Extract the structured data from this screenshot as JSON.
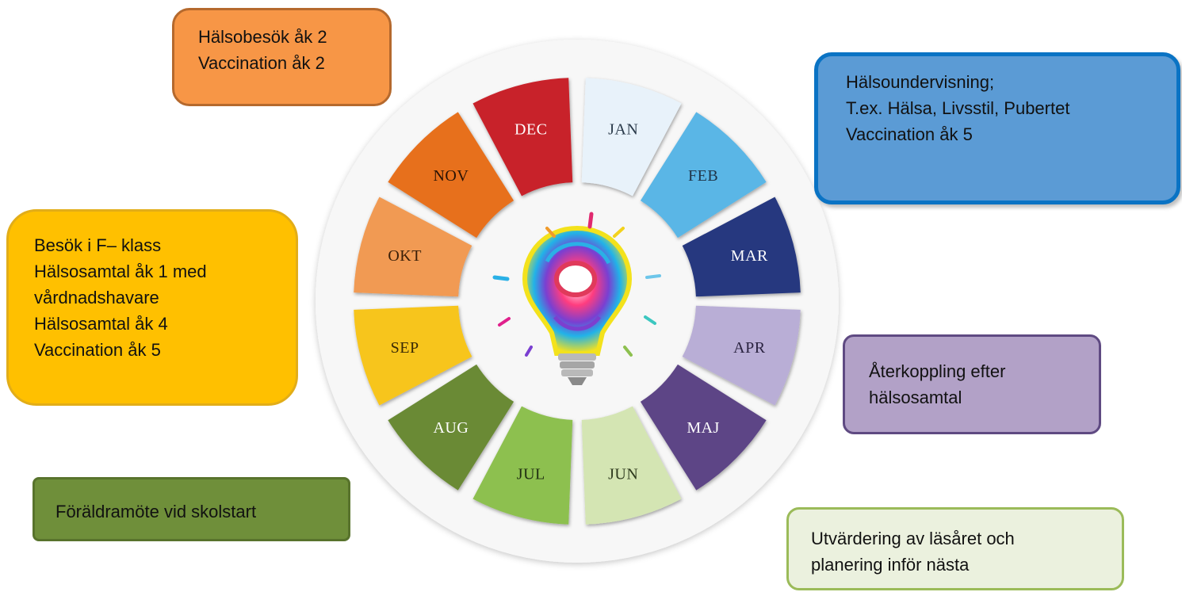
{
  "months": [
    {
      "label": "JAN",
      "color": "#e8f2fa",
      "text_color": "#2a3a4a"
    },
    {
      "label": "FEB",
      "color": "#5ab6e6",
      "text_color": "#1f3448"
    },
    {
      "label": "MAR",
      "color": "#27387f",
      "text_color": "#ffffff"
    },
    {
      "label": "APR",
      "color": "#b9aed6",
      "text_color": "#2a2340"
    },
    {
      "label": "MAJ",
      "color": "#5d4486",
      "text_color": "#ffffff"
    },
    {
      "label": "JUN",
      "color": "#d4e5b3",
      "text_color": "#2e3a1e"
    },
    {
      "label": "JUL",
      "color": "#8dc04f",
      "text_color": "#1f2e12"
    },
    {
      "label": "AUG",
      "color": "#6a8a36",
      "text_color": "#ffffff"
    },
    {
      "label": "SEP",
      "color": "#f7c51f",
      "text_color": "#3a2a05"
    },
    {
      "label": "OKT",
      "color": "#f19a52",
      "text_color": "#3a1f08"
    },
    {
      "label": "NOV",
      "color": "#e7701d",
      "text_color": "#2a1305"
    },
    {
      "label": "DEC",
      "color": "#c8202a",
      "text_color": "#ffffff"
    }
  ],
  "notes": {
    "dec_note": {
      "lines": [
        "Hälsobesök åk 2",
        "Vaccination åk 2"
      ],
      "bg": "#f79646",
      "border": "#b5692d"
    },
    "jan_note": {
      "lines": [
        "Hälsoundervisning;",
        "T.ex. Hälsa, Livsstil, Pubertet",
        "Vaccination åk 5"
      ],
      "bg": "#5b9bd5",
      "border": "#0a73c4"
    },
    "okt_note": {
      "lines": [
        "Besök i F– klass",
        "Hälsosamtal åk 1 med",
        "vårdnadshavare",
        "Hälsosamtal åk 4",
        "Vaccination åk 5"
      ],
      "bg": "#ffc000",
      "border": "#e2ad18"
    },
    "apr_note": {
      "lines": [
        "Återkoppling efter",
        "hälsosamtal"
      ],
      "bg": "#b2a1c7",
      "border": "#5f4a82"
    },
    "aug_note": {
      "lines": [
        "Föräldramöte vid skolstart"
      ],
      "bg": "#6f8f3a",
      "border": "#58732c"
    },
    "jun_note": {
      "lines": [
        "Utvärdering av läsåret och",
        "planering inför nästa"
      ],
      "bg": "#ebf1de",
      "border": "#9bbb59"
    }
  }
}
